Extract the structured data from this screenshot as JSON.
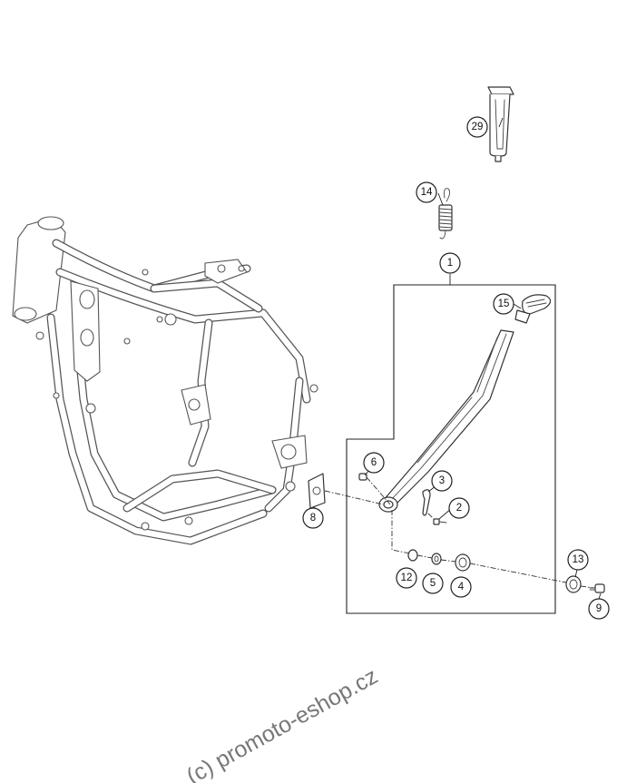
{
  "callouts": {
    "c1": "1",
    "c2": "2",
    "c3": "3",
    "c4": "4",
    "c5": "5",
    "c6": "6",
    "c8": "8",
    "c9": "9",
    "c12": "12",
    "c13": "13",
    "c14": "14",
    "c15": "15",
    "c29": "29"
  },
  "watermark": "(c) promoto-eshop.cz"
}
